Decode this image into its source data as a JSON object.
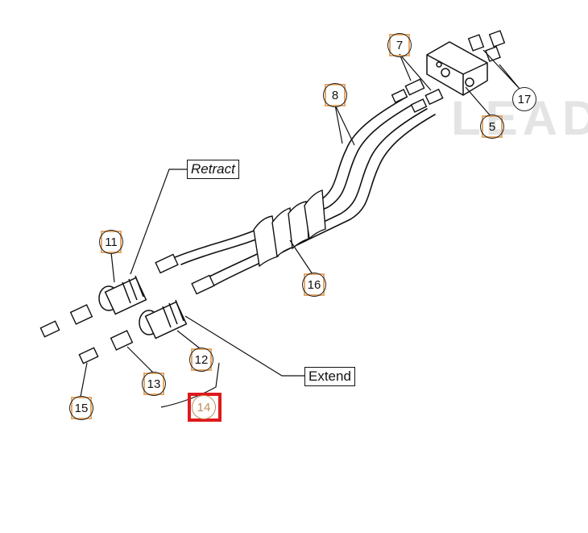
{
  "diagram": {
    "watermark": "LEAD",
    "labels": {
      "retract": "Retract",
      "extend": "Extend"
    },
    "callouts": [
      {
        "id": "7",
        "text": "7"
      },
      {
        "id": "8",
        "text": "8"
      },
      {
        "id": "5",
        "text": "5"
      },
      {
        "id": "17",
        "text": "17"
      },
      {
        "id": "11",
        "text": "11"
      },
      {
        "id": "16",
        "text": "16"
      },
      {
        "id": "12",
        "text": "12"
      },
      {
        "id": "13",
        "text": "13"
      },
      {
        "id": "14",
        "text": "14",
        "selected": true
      },
      {
        "id": "15",
        "text": "15"
      }
    ],
    "colors": {
      "callout_border": "#e5a867",
      "selected_border": "#e0191b",
      "line": "#111111"
    }
  }
}
